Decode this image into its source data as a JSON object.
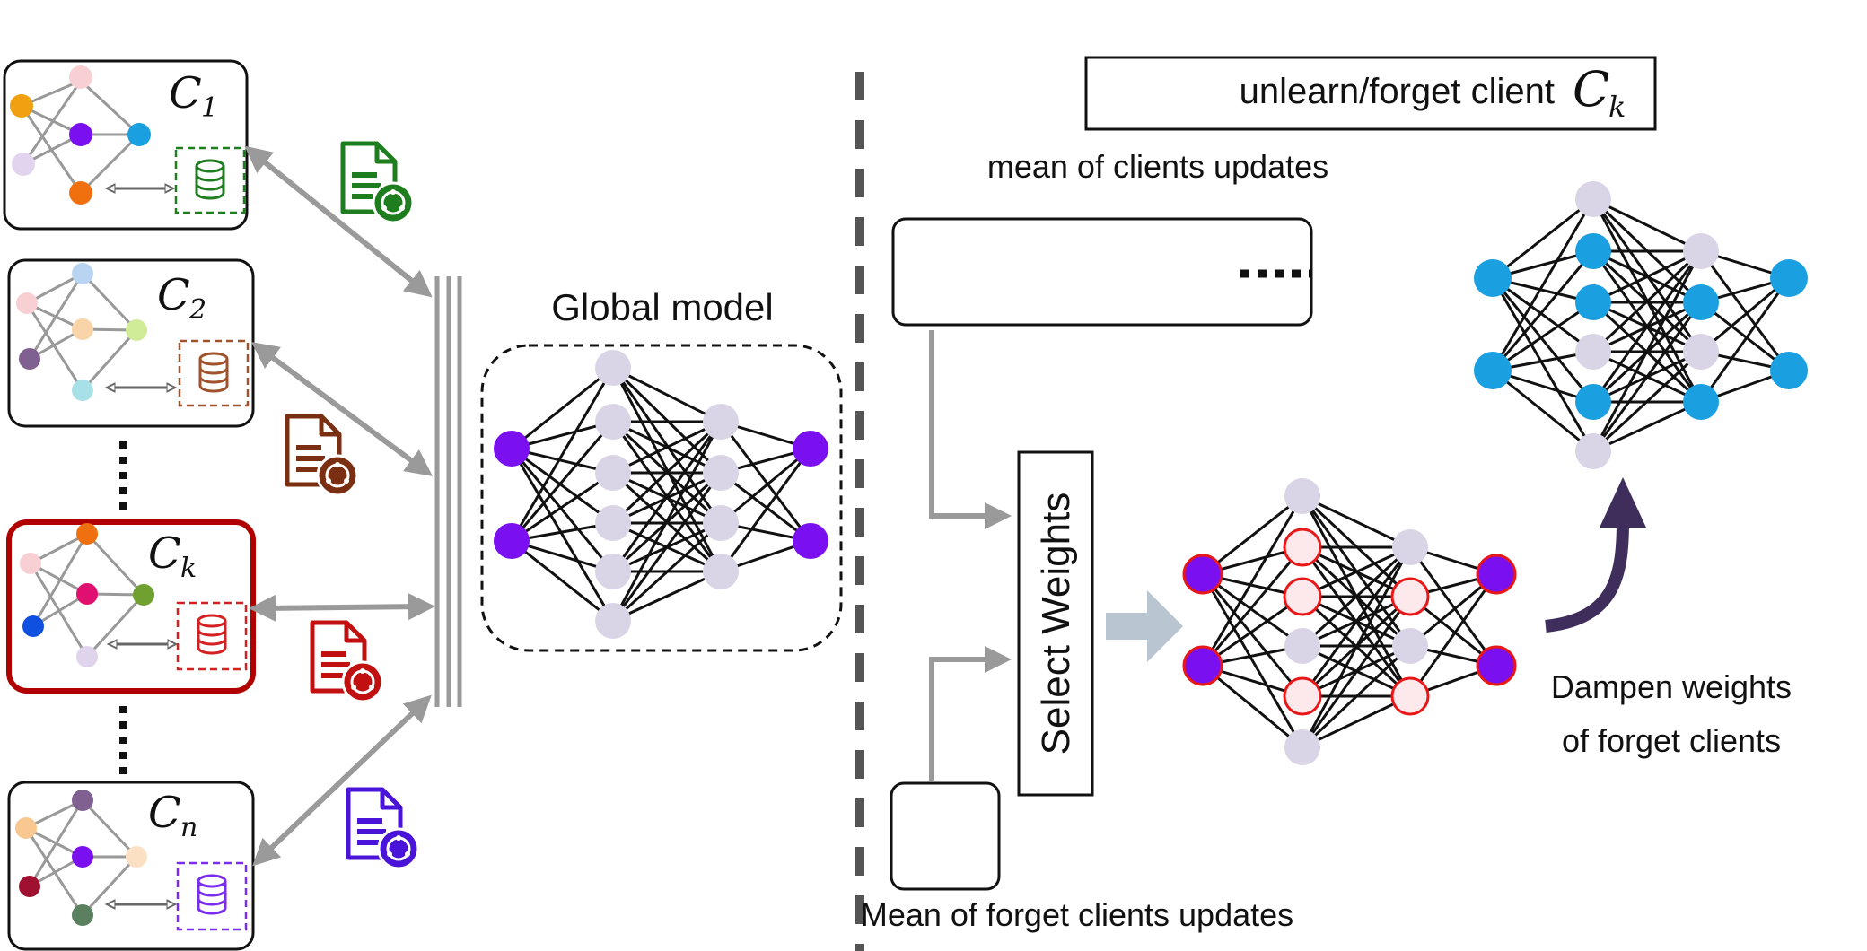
{
  "colors": {
    "grey": "#9a9a9a",
    "arrow_dark": "#3f2d5c",
    "arrow_light": "#b9c6d2",
    "green": "#1e7d1e",
    "brown": "#7b2f12",
    "red": "#c01010",
    "violet": "#4a14d8",
    "slate": "#3a4a5c",
    "purple_node": "#7a0ff0",
    "blue_node": "#1a9fe0",
    "light_node": "#d9d4e6",
    "ring_red": "#e81818",
    "highlight_border": "#b00000"
  },
  "clients": [
    {
      "id": "c1",
      "label": "C",
      "sub": "1",
      "data_color": "#1e7d1e",
      "doc_color": "#1e7d1e",
      "highlight": false
    },
    {
      "id": "c2",
      "label": "C",
      "sub": "2",
      "data_color": "#a0522d",
      "doc_color": "#7b2f12",
      "highlight": false
    },
    {
      "id": "ck",
      "label": "C",
      "sub": "k",
      "data_color": "#d42020",
      "doc_color": "#c01010",
      "highlight": true
    },
    {
      "id": "cn",
      "label": "C",
      "sub": "n",
      "data_color": "#7a2cf0",
      "doc_color": "#4a14d8",
      "highlight": false
    }
  ],
  "global_model": {
    "title": "Global model"
  },
  "unlearn_box": {
    "text": "unlearn/forget client",
    "math": "C",
    "sub": "k"
  },
  "mean_clients": {
    "text": "mean of clients updates",
    "doc_colors": [
      "#3a4a5c",
      "#7b2f12",
      "#4a14d8"
    ]
  },
  "mean_forget": {
    "text": "Mean of forget clients updates",
    "doc_color": "#c01010"
  },
  "select_weights": {
    "text": "Select Weights"
  },
  "dampen": {
    "line1": "Dampen weights",
    "line2": "of forget clients"
  },
  "icons": [
    "document-icon",
    "database-icon",
    "bidirectional-arrow-icon",
    "neural-network-icon"
  ]
}
